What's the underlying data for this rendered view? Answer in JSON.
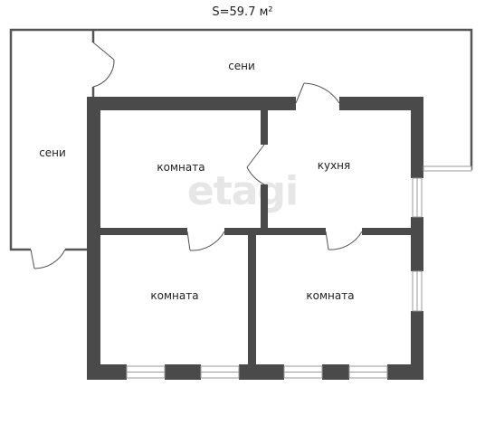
{
  "plan": {
    "area_label": "S=59.7 м²",
    "watermark": "etagi",
    "rooms": {
      "seni_top": "сени",
      "seni_left": "сени",
      "room_top_left": "комната",
      "kitchen": "кухня",
      "room_bottom_left": "комната",
      "room_bottom_right": "комната"
    }
  },
  "colors": {
    "wall": "#4a4a4a",
    "thin_wall": "#555555",
    "window_frame": "#9a9a9a",
    "text": "#222222"
  }
}
